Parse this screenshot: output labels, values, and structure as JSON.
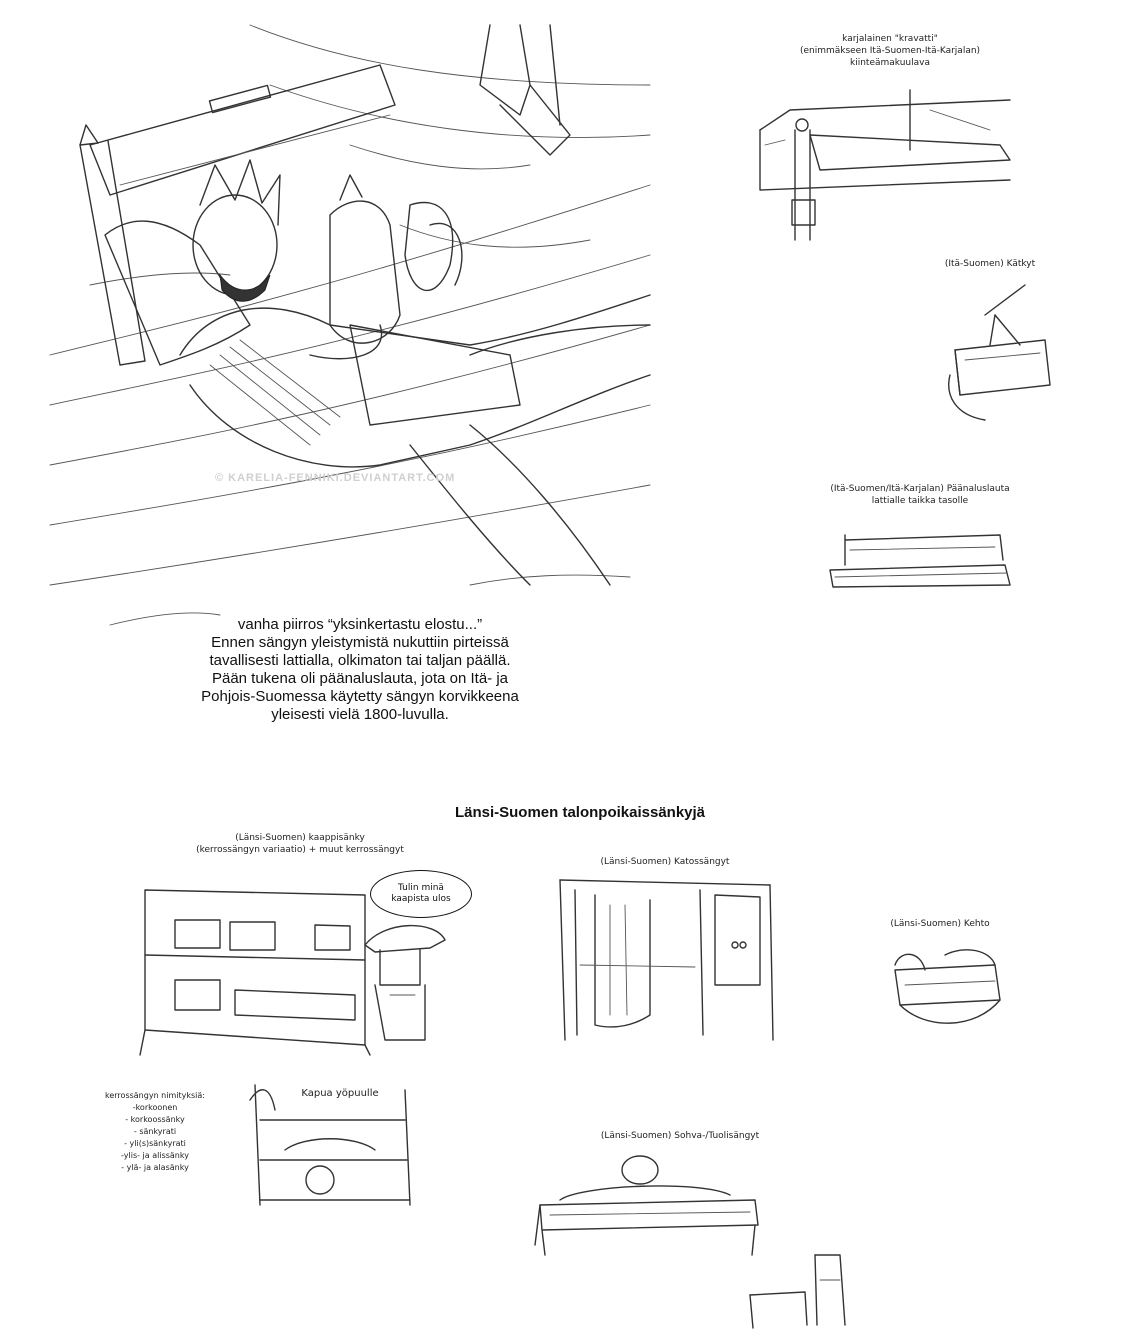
{
  "main_illustration": {
    "watermark": "© KARELIA-FENNIKI.DEVIANTART.COM"
  },
  "main_caption": [
    "vanha piirros “yksinkertastu elostu...”",
    "Ennen sängyn yleistymistä nukuttiin pirteissä",
    "tavallisesti lattialla, olkimaton tai taljan päällä.",
    "Pään tukena oli päänaluslauta, jota on Itä- ja",
    "Pohjois-Suomessa käytetty sängyn korvikkeena",
    "yleisesti vielä 1800-luvulla."
  ],
  "sketches_east": {
    "kravatti": {
      "lines": [
        "karjalainen \"kravatti\"",
        "(enimmäkseen Itä-Suomen-Itä-Karjalan)",
        "kiinteämakuulava"
      ]
    },
    "katkyt": {
      "label": "(Itä-Suomen) Kätkyt"
    },
    "paanaluslauta": {
      "lines": [
        "(Itä-Suomen/Itä-Karjalan) Päänaluslauta",
        "lattialle taikka tasolle"
      ]
    }
  },
  "section_heading": "Länsi-Suomen talonpoikaissänkyjä",
  "sketches_west": {
    "kaappisanky": {
      "lines": [
        "(Länsi-Suomen) kaappisänky",
        "(kerrossängyn variaatio) + muut kerrossängyt"
      ],
      "speech_bubble": [
        "Tulin minä",
        "kaapista ulos"
      ]
    },
    "katossangyt": {
      "label": "(Länsi-Suomen) Katossängyt"
    },
    "kehto": {
      "label": "(Länsi-Suomen) Kehto"
    },
    "names_list": {
      "title": "kerrossängyn nimityksiä:",
      "items": [
        "-korkoonen",
        "- korkoossänky",
        "- sänkyrati",
        "- yli(s)sänkyrati",
        "-ylis- ja alissänky",
        "- ylä- ja alasänky"
      ]
    },
    "kapua": {
      "label": "Kapua yöpuulle"
    },
    "sohva": {
      "label": "(Länsi-Suomen) Sohva-/Tuolisängyt"
    }
  }
}
